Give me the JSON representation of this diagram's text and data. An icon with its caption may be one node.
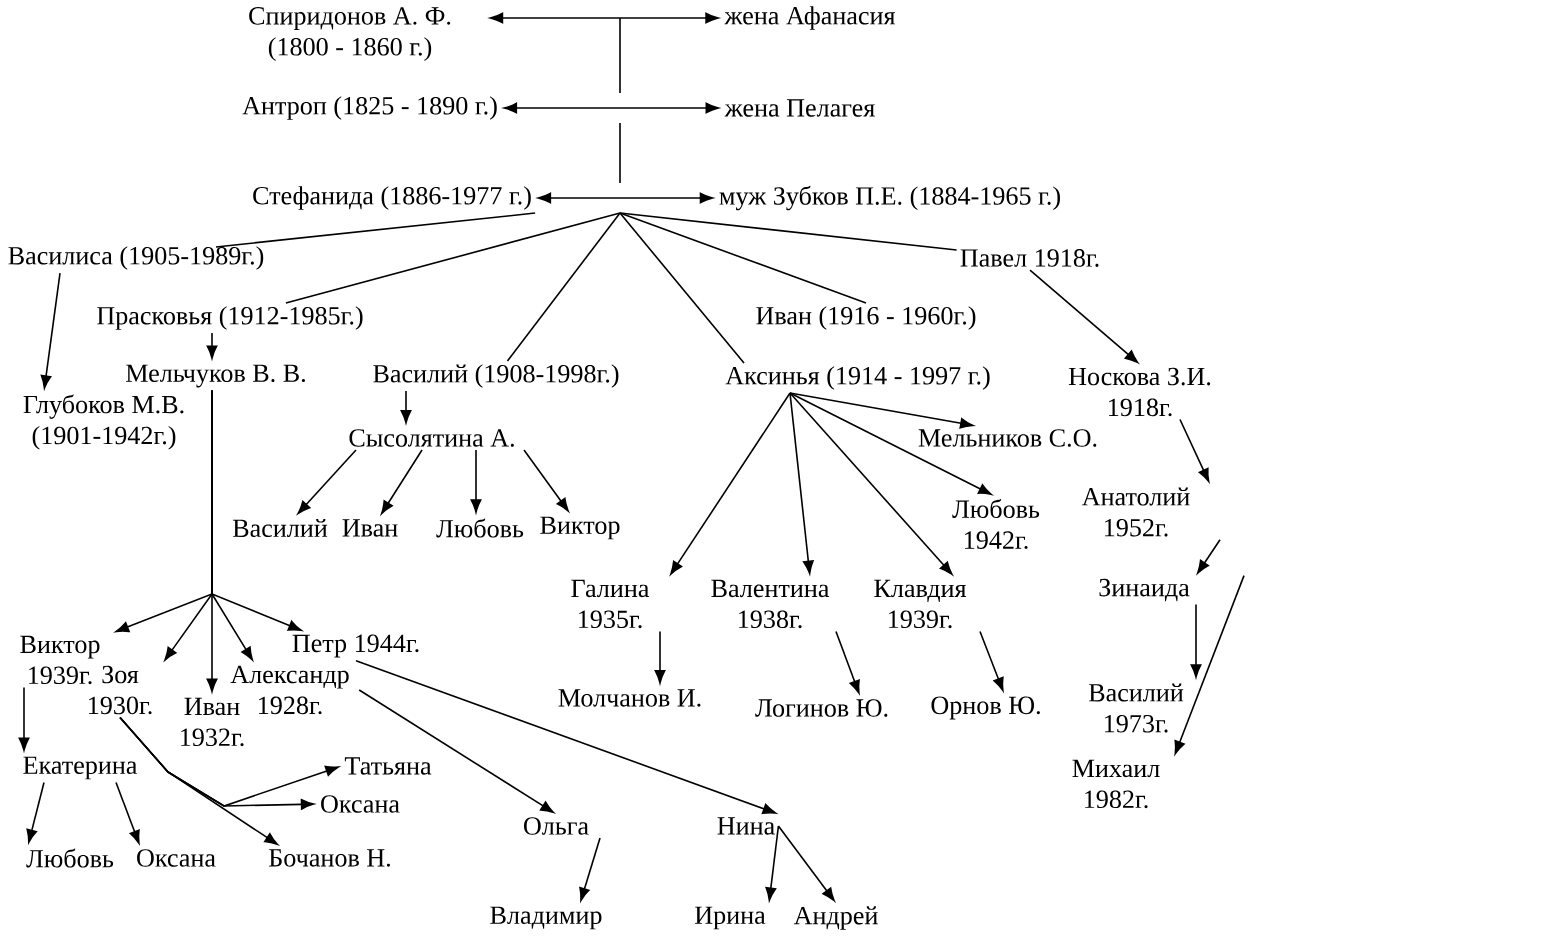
{
  "diagram": {
    "nodes": [
      {
        "text": [
          "Спиридонов А. Ф. (1800 - 1860 г.)"
        ]
      },
      {
        "text": [
          "жена Афанасия"
        ]
      },
      {
        "text": [
          "Антроп (1825 - 1890 г.)"
        ]
      },
      {
        "text": [
          "жена Пелагея"
        ]
      },
      {
        "text": [
          "Стефанида (1886-1977 г.)"
        ]
      },
      {
        "text": [
          "муж Зубков П.Е. (1884-1965 г.)"
        ]
      },
      {
        "text": [
          "Василиса (1905-1989г.)"
        ]
      },
      {
        "text": [
          "Павел 1918г."
        ]
      },
      {
        "text": [
          "Прасковья (1912-1985г.)"
        ]
      },
      {
        "text": [
          "Иван (1916 - 1960г.)"
        ]
      },
      {
        "text": [
          "Мельчуков В. В."
        ]
      },
      {
        "text": [
          "Василий (1908-1998г.)"
        ]
      },
      {
        "text": [
          "Аксинья (1914 - 1997 г.)"
        ]
      },
      {
        "text": [
          "Носкова З.И. 1918г."
        ]
      },
      {
        "text": [
          "Глубоков М.В. (1901-1942г.)"
        ]
      },
      {
        "text": [
          "Сысолятина А."
        ]
      },
      {
        "text": [
          "Мельников С.О."
        ]
      },
      {
        "text": [
          "Анатолий 1952г."
        ]
      },
      {
        "text": [
          "Василий"
        ]
      },
      {
        "text": [
          "Иван"
        ]
      },
      {
        "text": [
          "Любовь"
        ]
      },
      {
        "text": [
          "Виктор"
        ]
      },
      {
        "text": [
          "Любовь 1942г."
        ]
      },
      {
        "text": [
          "Галина 1935г."
        ]
      },
      {
        "text": [
          "Валентина 1938г."
        ]
      },
      {
        "text": [
          "Клавдия 1939г."
        ]
      },
      {
        "text": [
          "Зинаида"
        ]
      },
      {
        "text": [
          "Виктор 1939г."
        ]
      },
      {
        "text": [
          "Зоя 1930г."
        ]
      },
      {
        "text": [
          "Иван 1932г."
        ]
      },
      {
        "text": [
          "Александр 1928г."
        ]
      },
      {
        "text": [
          "Петр 1944г."
        ]
      },
      {
        "text": [
          "Молчанов И."
        ]
      },
      {
        "text": [
          "Логинов Ю."
        ]
      },
      {
        "text": [
          "Орнов Ю."
        ]
      },
      {
        "text": [
          "Василий 1973г."
        ]
      },
      {
        "text": [
          "Михаил 1982г."
        ]
      },
      {
        "text": [
          "Екатерина"
        ]
      },
      {
        "text": [
          "Татьяна"
        ]
      },
      {
        "text": [
          "Оксана"
        ]
      },
      {
        "text": [
          "Ольга"
        ]
      },
      {
        "text": [
          "Нина"
        ]
      },
      {
        "text": [
          "Любовь"
        ]
      },
      {
        "text": [
          "Оксана"
        ]
      },
      {
        "text": [
          "Бочанов Н."
        ]
      },
      {
        "text": [
          "Владимир"
        ]
      },
      {
        "text": [
          "Ирина"
        ]
      },
      {
        "text": [
          "Андрей"
        ]
      }
    ],
    "edges": [
      {
        "from": 0,
        "to": 1,
        "arrow": "both"
      },
      {
        "from": 2,
        "to": 3,
        "arrow": "both"
      },
      {
        "from": 4,
        "to": 5,
        "arrow": "both"
      },
      {
        "from": 4,
        "to": 6,
        "arrow": "none"
      },
      {
        "from": 4,
        "to": 8,
        "arrow": "none"
      },
      {
        "from": 4,
        "to": 11,
        "arrow": "none"
      },
      {
        "from": 4,
        "to": 12,
        "arrow": "none"
      },
      {
        "from": 4,
        "to": 9,
        "arrow": "none"
      },
      {
        "from": 4,
        "to": 7,
        "arrow": "none"
      },
      {
        "from": 6,
        "to": 14,
        "arrow": "to"
      },
      {
        "from": 8,
        "to": 10,
        "arrow": "to"
      },
      {
        "from": 11,
        "to": 15,
        "arrow": "to"
      },
      {
        "from": 7,
        "to": 13,
        "arrow": "to"
      },
      {
        "from": 12,
        "to": 16,
        "arrow": "to"
      },
      {
        "from": 12,
        "to": 22,
        "arrow": "to"
      },
      {
        "from": 12,
        "to": 25,
        "arrow": "to"
      },
      {
        "from": 12,
        "to": 24,
        "arrow": "to"
      },
      {
        "from": 12,
        "to": 23,
        "arrow": "to"
      },
      {
        "from": 15,
        "to": 18,
        "arrow": "to"
      },
      {
        "from": 15,
        "to": 19,
        "arrow": "to"
      },
      {
        "from": 15,
        "to": 20,
        "arrow": "to"
      },
      {
        "from": 15,
        "to": 21,
        "arrow": "to"
      },
      {
        "from": 13,
        "to": 17,
        "arrow": "to"
      },
      {
        "from": 17,
        "to": 26,
        "arrow": "to"
      },
      {
        "from": 26,
        "to": 35,
        "arrow": "to"
      },
      {
        "from": 26,
        "to": 36,
        "arrow": "to"
      },
      {
        "from": 23,
        "to": 32,
        "arrow": "to"
      },
      {
        "from": 24,
        "to": 33,
        "arrow": "to"
      },
      {
        "from": 25,
        "to": 34,
        "arrow": "to"
      },
      {
        "from": 10,
        "to": 27,
        "arrow": "to"
      },
      {
        "from": 10,
        "to": 28,
        "arrow": "to"
      },
      {
        "from": 10,
        "to": 29,
        "arrow": "to"
      },
      {
        "from": 10,
        "to": 30,
        "arrow": "to"
      },
      {
        "from": 10,
        "to": 31,
        "arrow": "to"
      },
      {
        "from": 27,
        "to": 37,
        "arrow": "to"
      },
      {
        "from": 37,
        "to": 42,
        "arrow": "to"
      },
      {
        "from": 37,
        "to": 43,
        "arrow": "to"
      },
      {
        "from": 28,
        "to": 44,
        "arrow": "to"
      },
      {
        "from": 28,
        "to": 38,
        "arrow": "to"
      },
      {
        "from": 28,
        "to": 39,
        "arrow": "to"
      },
      {
        "from": 30,
        "to": 40,
        "arrow": "to"
      },
      {
        "from": 31,
        "to": 41,
        "arrow": "to"
      },
      {
        "from": 40,
        "to": 45,
        "arrow": "to"
      },
      {
        "from": 41,
        "to": 46,
        "arrow": "to"
      },
      {
        "from": 41,
        "to": 47,
        "arrow": "to"
      }
    ]
  }
}
